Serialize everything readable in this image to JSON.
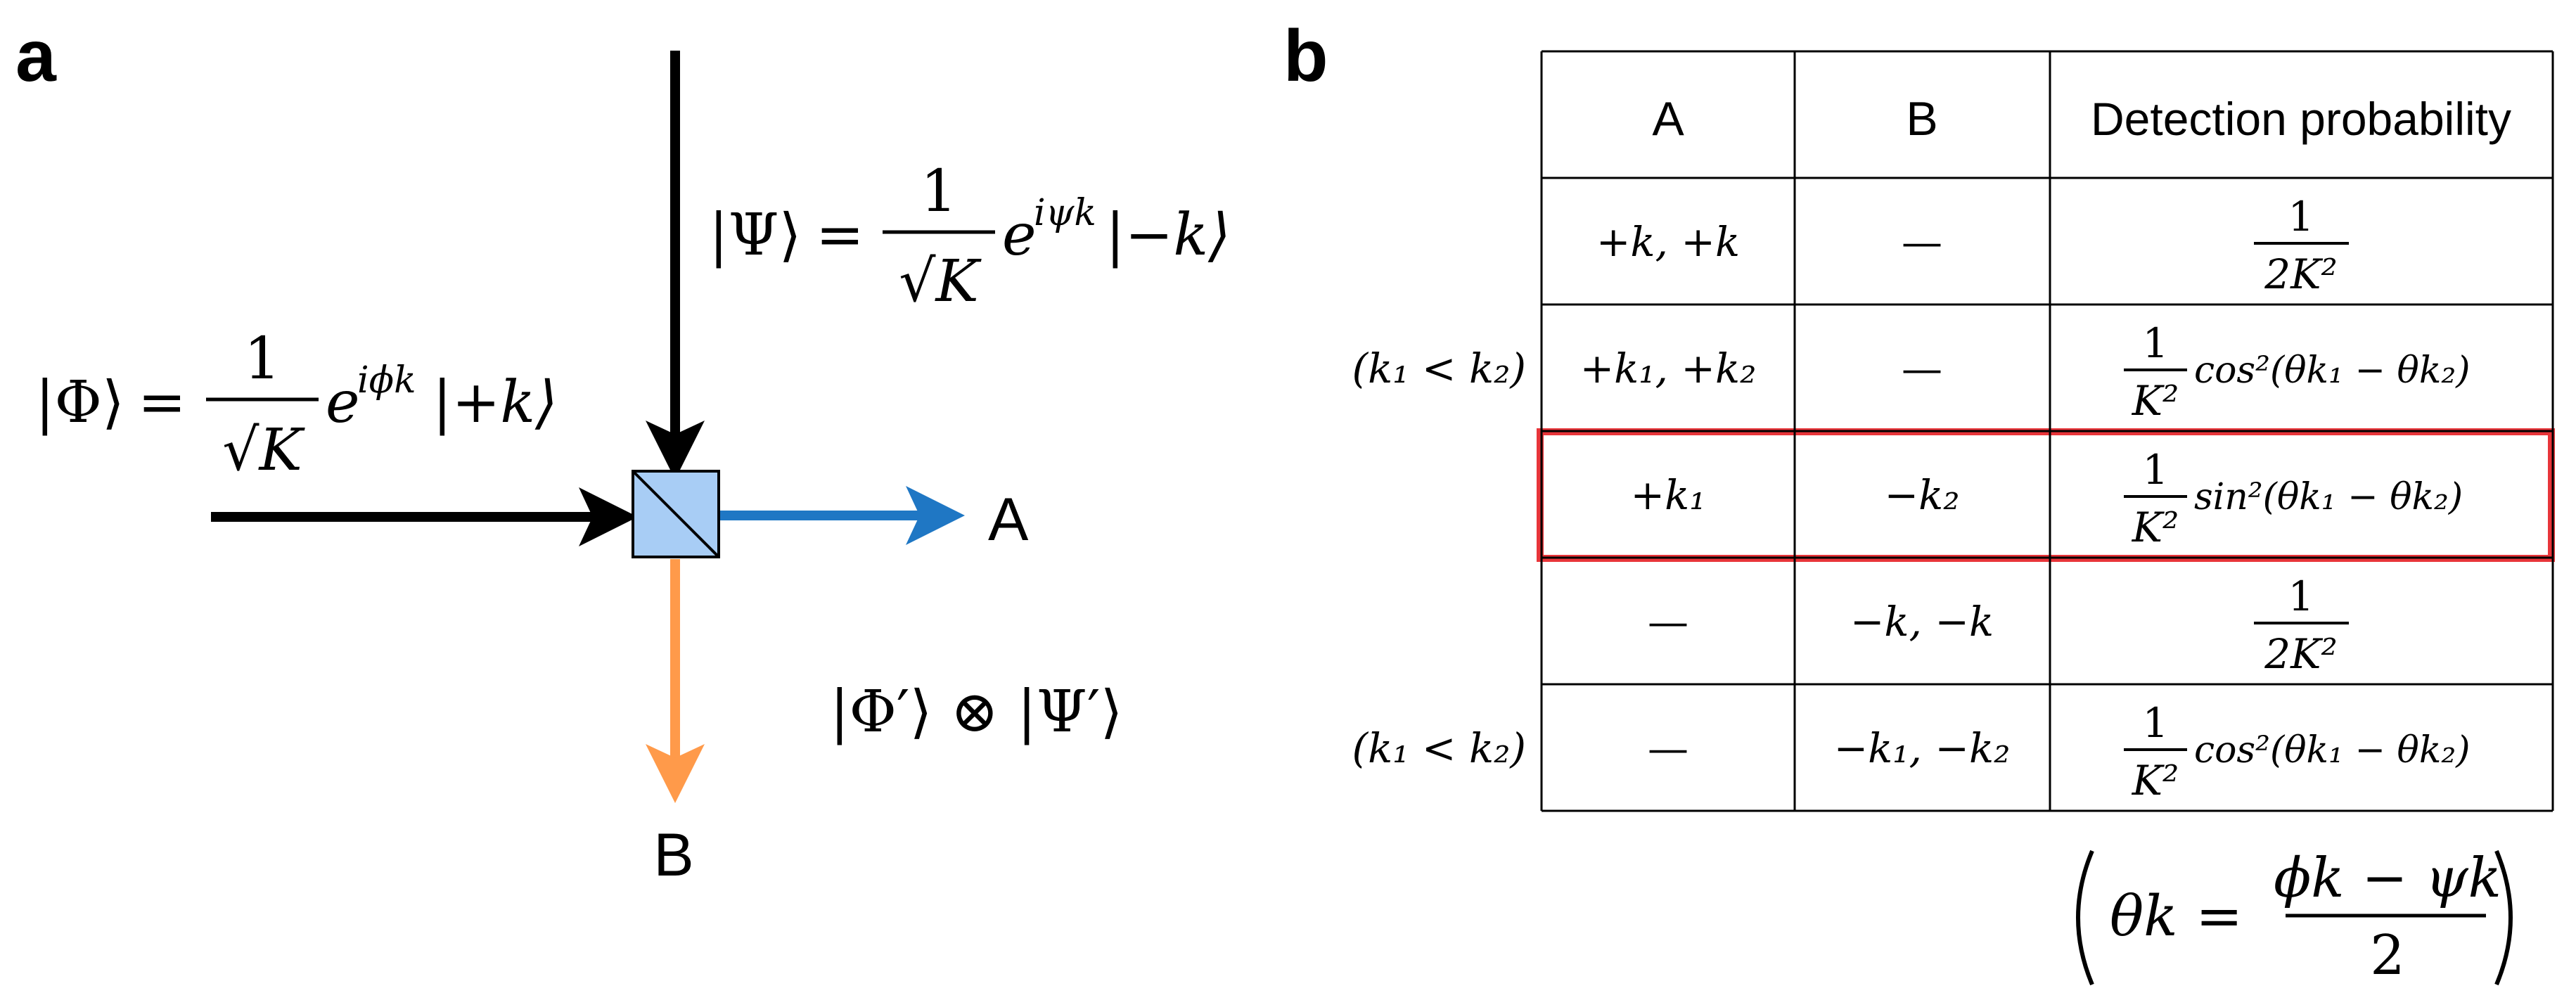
{
  "panels": {
    "a": "a",
    "b": "b"
  },
  "diagram": {
    "phi_ket": "|Φ⟩",
    "psi_ket": "|Ψ⟩",
    "equals": "=",
    "one": "1",
    "sqrtK": "√K",
    "e": "e",
    "phi_exp": "iϕk",
    "psi_exp": "iψk",
    "phi_state": "|+k⟩",
    "psi_state": "|−k⟩",
    "output_state": "|Φ′⟩ ⊗ |Ψ′⟩",
    "port_a": "A",
    "port_b": "B",
    "colors": {
      "input": "#000000",
      "a_arrow": "#1f77c4",
      "b_arrow": "#ff9a4a",
      "splitter": "#a8cdf5"
    }
  },
  "table": {
    "headers": [
      "A",
      "B",
      "Detection probability"
    ],
    "rows": [
      {
        "side": "",
        "a": "+k, +k",
        "b": "—",
        "prob_num": "1",
        "prob_den": "2K²",
        "prob_tail": ""
      },
      {
        "side": "(k₁ < k₂)",
        "a": "+k₁, +k₂",
        "b": "—",
        "prob_num": "1",
        "prob_den": "K²",
        "prob_tail": "cos²(θk₁ − θk₂)"
      },
      {
        "side": "",
        "a": "+k₁",
        "b": "−k₂",
        "prob_num": "1",
        "prob_den": "K²",
        "prob_tail": "sin²(θk₁ − θk₂)"
      },
      {
        "side": "",
        "a": "—",
        "b": "−k, −k",
        "prob_num": "1",
        "prob_den": "2K²",
        "prob_tail": ""
      },
      {
        "side": "(k₁ < k₂)",
        "a": "—",
        "b": "−k₁, −k₂",
        "prob_num": "1",
        "prob_den": "K²",
        "prob_tail": "cos²(θk₁ − θk₂)"
      }
    ],
    "highlight_row": 2,
    "highlight_color": "#e8353a"
  },
  "footnote": {
    "lhs": "θk =",
    "num": "ϕk − ψk",
    "den": "2"
  }
}
